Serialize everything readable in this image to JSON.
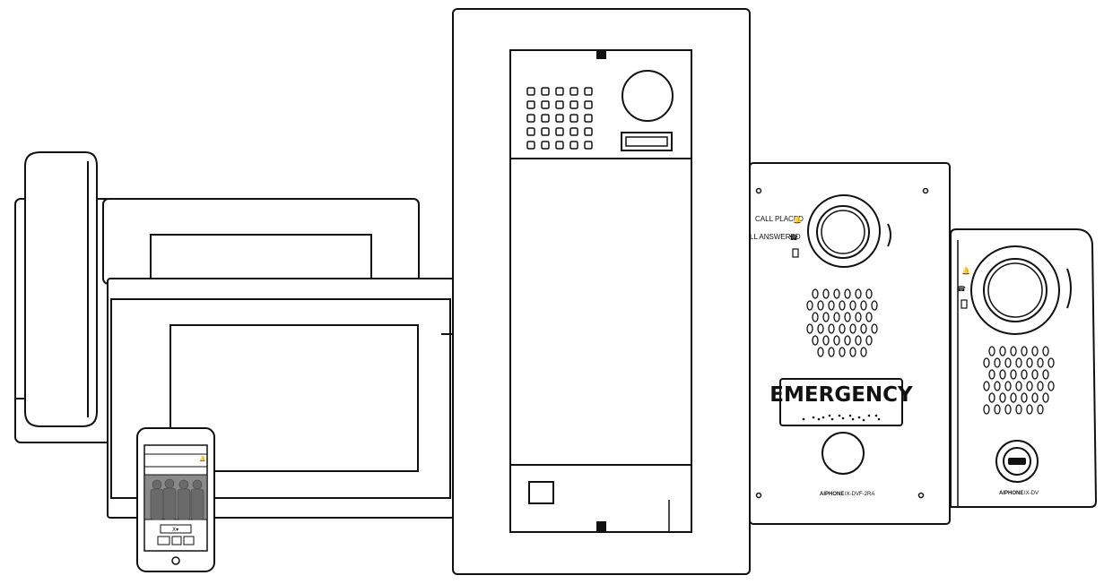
{
  "devices": {
    "handset_station": {},
    "video_monitor": {},
    "smartphone_app": {
      "button_label": "Ⅹ▾"
    },
    "door_station": {},
    "emergency_station": {
      "call_placed_label": "CALL PLACED",
      "call_answered_label": "LL ANSWERED",
      "sign_text": "EMERGENCY",
      "brand": "AIPHONE",
      "model": "IX-DVF-2RA"
    },
    "small_station": {
      "brand": "AIPHONE",
      "model": "IX-DV"
    }
  },
  "colors": {
    "line": "#111111",
    "background": "#ffffff",
    "screen_gray": "#e8e8e8"
  }
}
